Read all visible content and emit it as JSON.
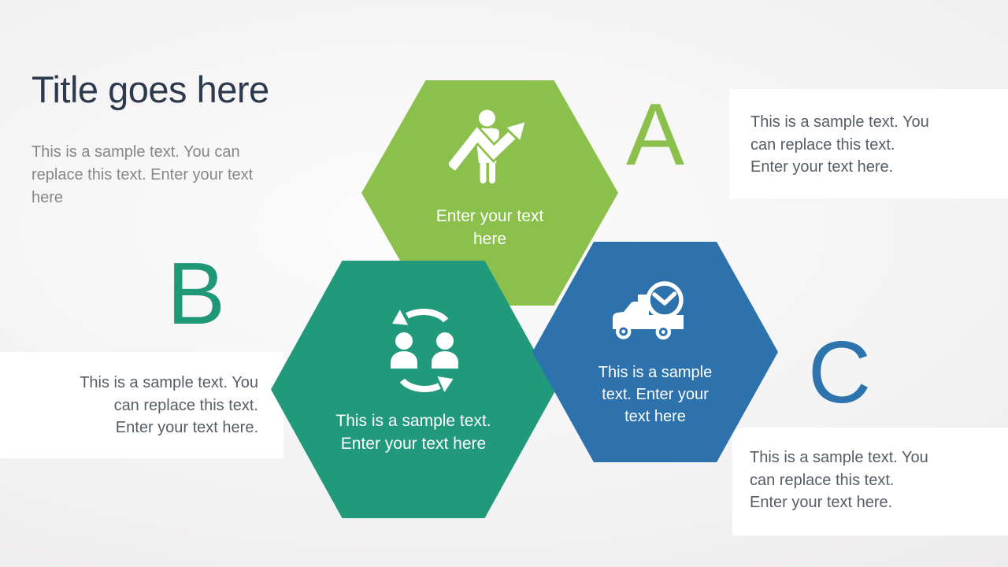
{
  "slide": {
    "title": "Title goes here",
    "subtitle": "This is a sample text. You can\nreplace this text. Enter your text\nhere",
    "background_edge_color": "#e4e2e2",
    "background_center_color": "#fdfcfc",
    "title_color": "#2d3a4e",
    "body_text_color": "#565d66"
  },
  "hexagons": [
    {
      "id": "growth",
      "label": "Enter your text\nhere",
      "color": "#8cc04c",
      "icon": "businessman-growth-arrow-icon"
    },
    {
      "id": "exchange",
      "label": "This is a sample text.\nEnter your text here",
      "color": "#21997d",
      "icon": "people-exchange-arrows-icon"
    },
    {
      "id": "delivery",
      "label": "This is a sample\ntext. Enter your\ntext here",
      "color": "#2d72ac",
      "icon": "delivery-truck-clock-icon"
    }
  ],
  "callouts": [
    {
      "letter": "A",
      "letter_color": "#8cc04c",
      "text": "This is a sample text. You\ncan replace this text.\nEnter your text here."
    },
    {
      "letter": "B",
      "letter_color": "#1f9878",
      "text": "This is a sample text. You\ncan replace this text.\nEnter your text here."
    },
    {
      "letter": "C",
      "letter_color": "#2d74ae",
      "text": "This is a sample text. You\ncan replace this text.\nEnter your text here."
    }
  ]
}
